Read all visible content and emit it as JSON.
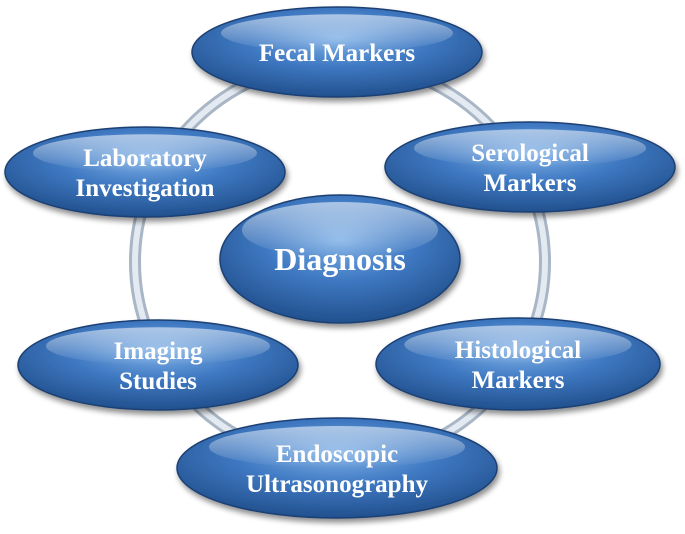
{
  "center": {
    "label": "Diagnosis"
  },
  "nodes": [
    {
      "id": "fecal",
      "lines": [
        "Fecal Markers"
      ]
    },
    {
      "id": "serological",
      "lines": [
        "Serological",
        "Markers"
      ]
    },
    {
      "id": "histological",
      "lines": [
        "Histological",
        "Markers"
      ]
    },
    {
      "id": "endoscopic",
      "lines": [
        "Endoscopic",
        "Ultrasonography"
      ]
    },
    {
      "id": "imaging",
      "lines": [
        "Imaging",
        "Studies"
      ]
    },
    {
      "id": "laboratory",
      "lines": [
        "Laboratory",
        "Investigation"
      ]
    }
  ],
  "colors": {
    "node_fill_light": "#6f9fd8",
    "node_fill_mid": "#3b73bb",
    "node_fill_dark": "#1f4e8c",
    "node_stroke": "#1b3f73",
    "ring_outer": "#a9b6c6",
    "ring_inner": "#dfe6ee",
    "text": "#ffffff"
  }
}
